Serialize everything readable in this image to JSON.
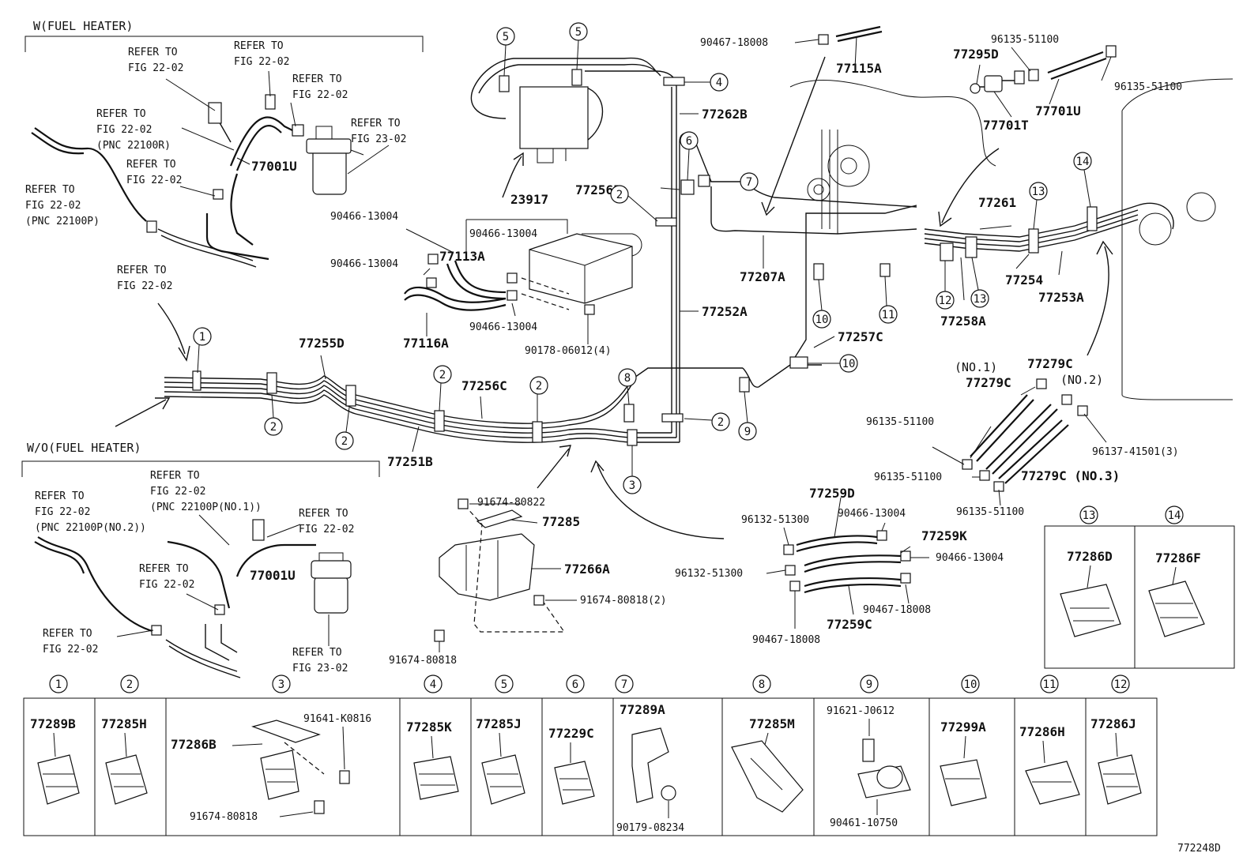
{
  "sections": {
    "with_heater": "W(FUEL HEATER)",
    "without_heater": "W/O(FUEL HEATER)"
  },
  "refers": [
    {
      "id": "r1",
      "l1": "REFER TO",
      "l2": "FIG 22-02",
      "l3": ""
    },
    {
      "id": "r2",
      "l1": "REFER TO",
      "l2": "FIG 22-02",
      "l3": ""
    },
    {
      "id": "r3",
      "l1": "REFER TO",
      "l2": "FIG 22-02",
      "l3": ""
    },
    {
      "id": "r4",
      "l1": "REFER TO",
      "l2": "FIG 22-02",
      "l3": "(PNC 22100R)"
    },
    {
      "id": "r5",
      "l1": "REFER TO",
      "l2": "FIG 23-02",
      "l3": ""
    },
    {
      "id": "r6",
      "l1": "REFER TO",
      "l2": "FIG 22-02",
      "l3": ""
    },
    {
      "id": "r7",
      "l1": "REFER TO",
      "l2": "FIG 22-02",
      "l3": "(PNC 22100P)"
    },
    {
      "id": "r8",
      "l1": "REFER TO",
      "l2": "FIG 22-02",
      "l3": ""
    },
    {
      "id": "r9",
      "l1": "REFER TO",
      "l2": "FIG 22-02",
      "l3": "(PNC 22100P(NO.1))"
    },
    {
      "id": "r10",
      "l1": "REFER TO",
      "l2": "FIG 22-02",
      "l3": "(PNC 22100P(NO.2))"
    },
    {
      "id": "r11",
      "l1": "REFER TO",
      "l2": "FIG 22-02",
      "l3": ""
    },
    {
      "id": "r12",
      "l1": "REFER TO",
      "l2": "FIG 22-02",
      "l3": ""
    },
    {
      "id": "r13",
      "l1": "REFER TO",
      "l2": "FIG 22-02",
      "l3": ""
    },
    {
      "id": "r14",
      "l1": "REFER TO",
      "l2": "FIG 23-02",
      "l3": ""
    }
  ],
  "parts": {
    "p77001U_a": "77001U",
    "p77001U_b": "77001U",
    "p23917": "23917",
    "p77113A": "77113A",
    "p77116A": "77116A",
    "p90466_1": "90466-13004",
    "p90466_2": "90466-13004",
    "p90466_3": "90466-13004",
    "p90466_4": "90466-13004",
    "p90178": "90178-06012(4)",
    "p77255D": "77255D",
    "p77256C": "77256C",
    "p77251B": "77251B",
    "p77256F": "77256F",
    "p77262B": "77262B",
    "p77252A": "77252A",
    "p77207A": "77207A",
    "p77257C": "77257C",
    "p90467_top": "90467-18008",
    "p77115A": "77115A",
    "p77295D": "77295D",
    "p96135_1": "96135-51100",
    "p96135_2": "96135-51100",
    "p77701U": "77701U",
    "p77701T": "77701T",
    "p77261": "77261",
    "p77254": "77254",
    "p77253A": "77253A",
    "p77258A": "77258A",
    "p_no1": "(NO.1)",
    "p77279C_1": "77279C",
    "p77279C_2": "77279C",
    "p_no2": "(NO.2)",
    "p96135_3": "96135-51100",
    "p96137": "96137-41501(3)",
    "p96135_4": "96135-51100",
    "p77279C_3": "77279C (NO.3)",
    "p96135_5": "96135-51100",
    "p91674_80822": "91674-80822",
    "p77285": "77285",
    "p77266A": "77266A",
    "p91674_80818_2": "91674-80818(2)",
    "p91674_80818": "91674-80818",
    "p77259D": "77259D",
    "p96132_1": "96132-51300",
    "p90466_5": "90466-13004",
    "p77259K": "77259K",
    "p96132_2": "96132-51300",
    "p90466_6": "90466-13004",
    "p90467_a": "90467-18008",
    "p77259C": "77259C",
    "p90467_b": "90467-18008",
    "p77286D": "77286D",
    "p77286F": "77286F"
  },
  "callouts": {
    "c1": "1",
    "c2a": "2",
    "c2b": "2",
    "c2c": "2",
    "c2d": "2",
    "c2e": "2",
    "c2f": "2",
    "c3": "3",
    "c4": "4",
    "c5a": "5",
    "c5b": "5",
    "c6": "6",
    "c7": "7",
    "c8": "8",
    "c9": "9",
    "c10a": "10",
    "c10b": "10",
    "c11": "11",
    "c12": "12",
    "c13a": "13",
    "c13b": "13",
    "c14a": "14",
    "c14b": "14"
  },
  "detail_boxes": [
    {
      "num": "1",
      "part": "77289B",
      "extra": []
    },
    {
      "num": "2",
      "part": "77285H",
      "extra": []
    },
    {
      "num": "3",
      "part": "77286B",
      "extra": [
        "91641-K0816",
        "91674-80818"
      ]
    },
    {
      "num": "4",
      "part": "77285K",
      "extra": []
    },
    {
      "num": "5",
      "part": "77285J",
      "extra": []
    },
    {
      "num": "6",
      "part": "77229C",
      "extra": []
    },
    {
      "num": "7",
      "part": "77289A",
      "extra": [
        "90179-08234"
      ]
    },
    {
      "num": "8",
      "part": "77285M",
      "extra": []
    },
    {
      "num": "9",
      "part": "91621-J0612",
      "extra": [
        "90461-10750"
      ]
    },
    {
      "num": "10",
      "part": "77299A",
      "extra": []
    },
    {
      "num": "11",
      "part": "77286H",
      "extra": []
    },
    {
      "num": "12",
      "part": "77286J",
      "extra": []
    }
  ],
  "figure_code": "772248D",
  "icons": {
    "clip": "clip-icon",
    "callout": "circled-number-icon",
    "arrow": "leader-arrow-icon"
  }
}
